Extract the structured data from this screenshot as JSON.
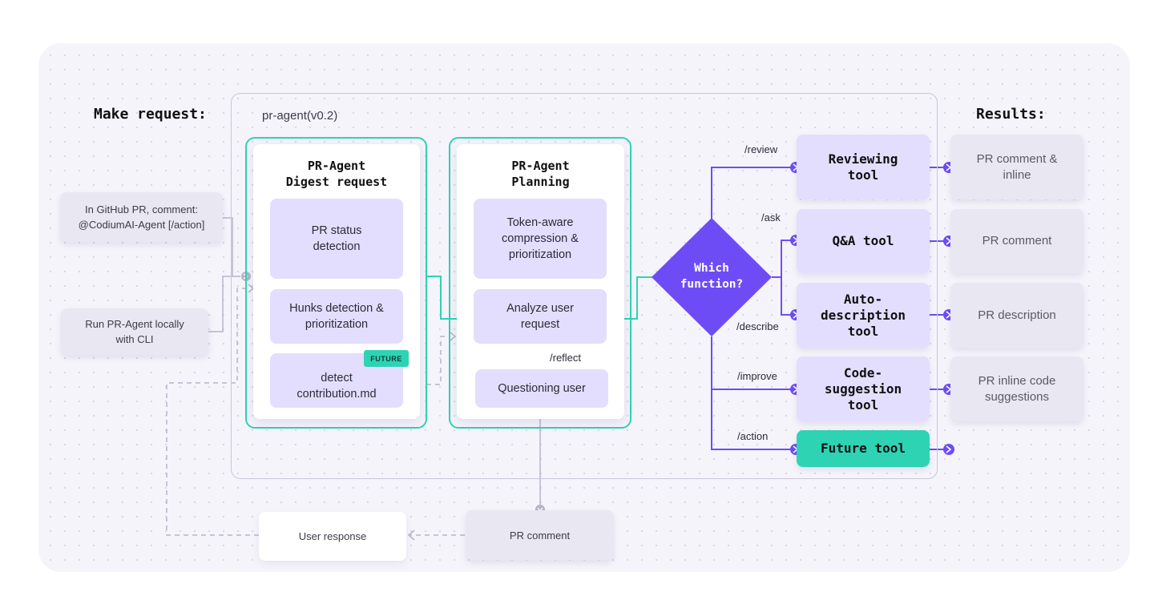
{
  "headings": {
    "make_request": "Make request:",
    "results": "Results:"
  },
  "container_label": "pr-agent(v0.2)",
  "inputs": {
    "github_comment": "In GitHub PR, comment: @CodiumAI-Agent [/action]",
    "cli": "Run PR-Agent locally with CLI"
  },
  "digest": {
    "title_line1": "PR-Agent",
    "title_line2": "Digest request",
    "steps": [
      "PR status detection",
      "Hunks detection & prioritization",
      "detect contribution.md"
    ],
    "future_badge": "FUTURE"
  },
  "planning": {
    "title_line1": "PR-Agent",
    "title_line2": "Planning",
    "steps": [
      "Token-aware compression & prioritization",
      "Analyze user request",
      "Questioning user"
    ],
    "reflect_label": "/reflect"
  },
  "decision": {
    "line1": "Which",
    "line2": "function?"
  },
  "commands": [
    "/review",
    "/ask",
    "/describe",
    "/improve",
    "/action"
  ],
  "tools": [
    "Reviewing tool",
    "Q&A tool",
    "Auto-description tool",
    "Code-suggestion tool",
    "Future tool"
  ],
  "results": [
    "PR comment & inline",
    "PR comment",
    "PR description",
    "PR inline code suggestions"
  ],
  "feedback": {
    "pr_comment": "PR comment",
    "user_response": "User response"
  },
  "colors": {
    "teal": "#2ed3b4",
    "purple": "#6e4cf5",
    "lavender": "#e3defd",
    "card_grey": "#e9e7f1",
    "line_grey": "#b7b4c9"
  }
}
